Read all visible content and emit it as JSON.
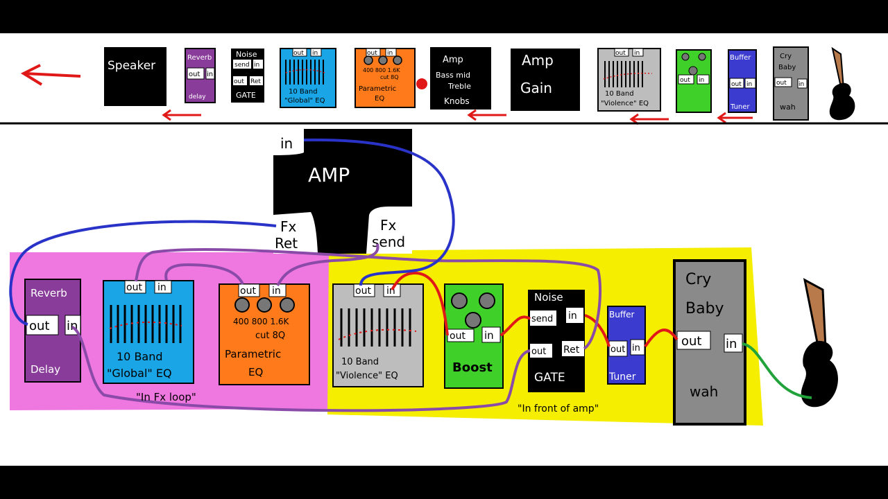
{
  "colors": {
    "fx_loop_zone": "#ee77e0",
    "front_zone": "#f5ee00",
    "cable_blue": "#2a33c8",
    "cable_purple": "#8a4aa8",
    "cable_red": "#e01818",
    "cable_green": "#22a23a",
    "arrow_red": "#e01818",
    "pedal_purple": "#8a3c9a",
    "pedal_blue": "#1aa6e6",
    "pedal_orange": "#ff7a1a",
    "pedal_gray": "#bdbdbd",
    "pedal_green": "#3fd12a",
    "pedal_navy": "#3b3bd0",
    "guitar_neck": "#b87a4a"
  },
  "signal_chain": {
    "speaker": "Speaker",
    "reverb_mini": {
      "title": "Reverb",
      "out": "out",
      "in": "in",
      "sub": "delay"
    },
    "gate_mini": {
      "title": "Noise",
      "send": "send",
      "in": "in",
      "out": "out",
      "ret": "Ret",
      "sub": "GATE"
    },
    "eq10_global_mini": {
      "out": "out",
      "in": "in",
      "line1": "10 Band",
      "line2": "\"Global\" EQ"
    },
    "parametric_mini": {
      "out": "out",
      "in": "in",
      "freqs": "400  800  1.6K",
      "cut": "cut 8Q",
      "title": "Parametric",
      "sub": "EQ"
    },
    "amp_tone": {
      "line1": "Amp",
      "line2": "Bass mid",
      "line3": "Treble",
      "line4": "Knobs"
    },
    "amp_gain": {
      "line1": "Amp",
      "line2": "Gain"
    },
    "eq10_violence_mini": {
      "out": "out",
      "in": "in",
      "line1": "10 Band",
      "line2": "\"Violence\" EQ"
    },
    "boost_mini": {
      "out": "out",
      "in": "in"
    },
    "tuner_mini": {
      "title": "Buffer",
      "out": "out",
      "in": "in",
      "sub": "Tuner"
    },
    "wah_mini": {
      "line1": "Cry",
      "line2": "Baby",
      "out": "out",
      "in": "in",
      "sub": "wah"
    }
  },
  "amp": {
    "in": "in",
    "title": "AMP",
    "fx_ret_1": "Fx",
    "fx_ret_2": "Ret",
    "fx_send_1": "Fx",
    "fx_send_2": "send"
  },
  "pedals": {
    "reverb": {
      "title": "Reverb",
      "out": "out",
      "in": "in",
      "sub": "Delay"
    },
    "eq10_global": {
      "out": "out",
      "in": "in",
      "line1": "10 Band",
      "line2": "\"Global\" EQ"
    },
    "parametric": {
      "out": "out",
      "in": "in",
      "freqs": "400   800   1.6K",
      "cut": "cut 8Q",
      "title": "Parametric",
      "sub": "EQ"
    },
    "eq10_violence": {
      "out": "out",
      "in": "in",
      "line1": "10 Band",
      "line2": "\"Violence\" EQ"
    },
    "boost": {
      "out": "out",
      "in": "in",
      "title": "Boost"
    },
    "gate": {
      "title": "Noise",
      "send": "send",
      "in": "in",
      "out": "out",
      "ret": "Ret",
      "sub": "GATE"
    },
    "tuner": {
      "title": "Buffer",
      "out": "out",
      "in": "in",
      "sub": "Tuner"
    },
    "wah": {
      "line1": "Cry",
      "line2": "Baby",
      "out": "out",
      "in": "in",
      "sub": "wah"
    }
  },
  "zones": {
    "fx_loop": "\"In Fx loop\"",
    "front": "\"In front of amp\""
  }
}
